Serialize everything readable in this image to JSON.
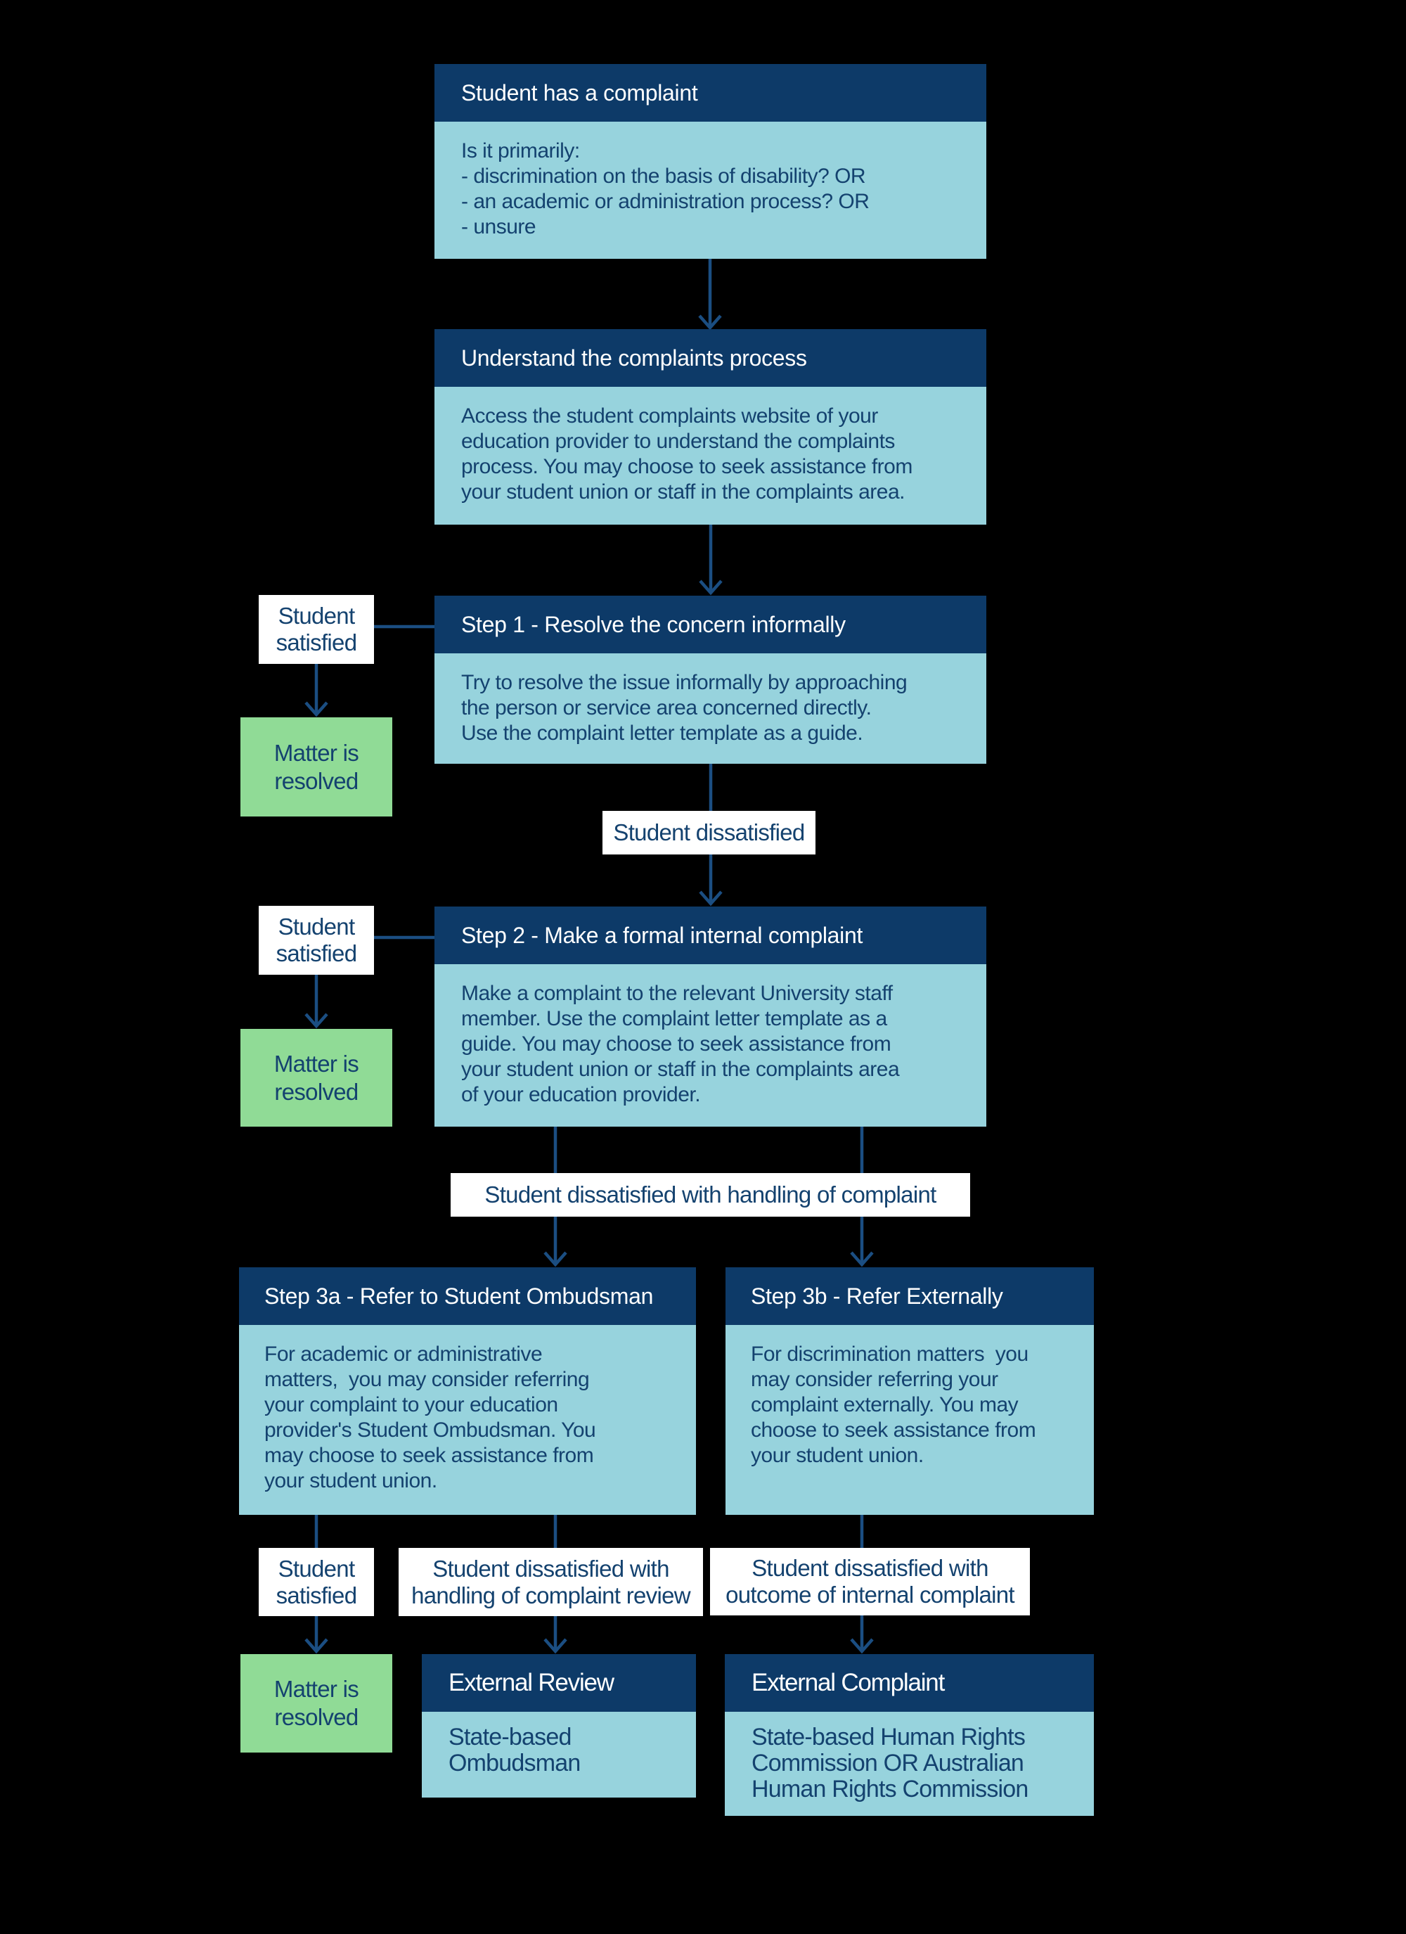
{
  "page": {
    "background": "#000000"
  },
  "palette": {
    "header_bg": "#0d3a68",
    "body_bg": "#97d3dd",
    "green_bg": "#90db96",
    "label_bg": "#ffffff",
    "header_text": "#ffffff",
    "text": "#14426f",
    "arrow": "#1b4e82"
  },
  "nodes": {
    "start": {
      "title": "Student has a complaint",
      "body_lines": [
        "Is it primarily:",
        "- discrimination on the basis of disability? OR",
        "- an academic or administration process? OR",
        "- unsure"
      ]
    },
    "understand": {
      "title": "Understand the complaints process",
      "body_lines": [
        "Access the student complaints website of your",
        "education provider to understand the complaints",
        "process. You may choose to seek assistance from",
        "your student union or staff in the complaints area."
      ]
    },
    "step1": {
      "title": "Step 1 - Resolve the concern informally",
      "body_lines": [
        "Try to resolve the issue informally by approaching",
        "the person or service area concerned directly.",
        "Use the complaint letter template as a guide."
      ]
    },
    "step2": {
      "title": "Step 2 - Make a formal internal complaint",
      "body_lines": [
        "Make a complaint to the relevant University staff",
        "member. Use the complaint letter template as a",
        "guide. You may choose to seek assistance from",
        "your student union or staff in the complaints area",
        "of your education provider."
      ]
    },
    "step3a": {
      "title": "Step 3a - Refer to Student Ombudsman",
      "body_lines": [
        "For academic or administrative",
        "matters,  you may consider referring",
        "your complaint to your education",
        "provider's Student Ombudsman. You",
        "may choose to seek assistance from",
        "your student union."
      ]
    },
    "step3b": {
      "title": "Step 3b - Refer Externally",
      "body_lines": [
        "For discrimination matters  you",
        "may consider referring your",
        "complaint externally. You may",
        "choose to seek assistance from",
        "your student union."
      ]
    },
    "external_review": {
      "title": "External Review",
      "body_lines": [
        "State-based",
        "Ombudsman"
      ]
    },
    "external_complaint": {
      "title": "External Complaint",
      "body_lines": [
        "State-based Human Rights",
        "Commission OR Australian",
        "Human Rights Commission"
      ]
    }
  },
  "labels": {
    "student_satisfied_1": "Student satisfied",
    "student_satisfied_2": "Student satisfied",
    "student_satisfied_3": "Student satisfied",
    "matter_resolved_1": "Matter is resolved",
    "matter_resolved_2": "Matter is resolved",
    "matter_resolved_3": "Matter is resolved",
    "student_dissatisfied": "Student dissatisfied",
    "dissatisfied_handling": "Student dissatisfied with handling of complaint",
    "dissatisfied_handling_review_lines": [
      "Student dissatisfied with",
      "handling of complaint review"
    ],
    "dissatisfied_outcome_lines": [
      "Student dissatisfied with",
      "outcome of internal complaint"
    ]
  }
}
